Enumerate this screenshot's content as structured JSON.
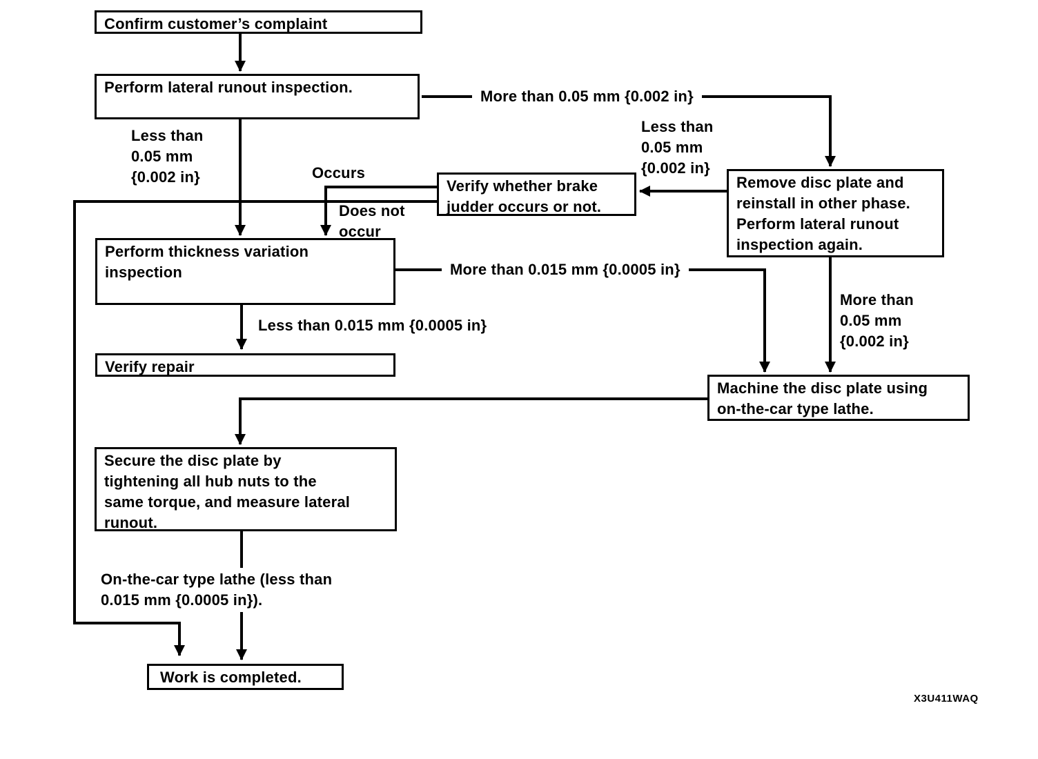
{
  "figure_code": "X3U411WAQ",
  "colors": {
    "ink": "#000000",
    "paper": "#ffffff"
  },
  "flowchart": {
    "title_hint": "Brake judder diagnostic flowchart",
    "boxes": {
      "confirm": "Confirm customer’s complaint",
      "lateral": "Perform lateral runout inspection.",
      "verify_judder": "Verify whether brake\njudder occurs or not.",
      "remove_reinstall": "Remove disc plate and\nreinstall in other phase.\nPerform lateral runout\ninspection again.",
      "thickness": "Perform thickness variation\ninspection",
      "verify_repair": "Verify repair",
      "machine": "Machine the disc plate using\non-the-car type lathe.",
      "secure": "Secure the disc plate by\ntightening all hub nuts to the\nsame torque, and measure lateral\nrunout.",
      "work_completed": "Work is completed."
    },
    "labels": {
      "more_than_005_top": "More than 0.05 mm {0.002 in}",
      "less_than_005_left": "Less than\n0.05 mm\n{0.002 in}",
      "less_than_005_right": "Less than\n0.05 mm\n{0.002 in}",
      "occurs": "Occurs",
      "does_not_occur": "Does not\noccur",
      "more_than_0015": "More than 0.015 mm {0.0005 in}",
      "less_than_0015": "Less than 0.015 mm {0.0005 in}",
      "more_than_005_right": "More than\n0.05 mm\n{0.002 in}",
      "on_car_lathe": "On-the-car type lathe (less than\n0.015 mm {0.0005 in})."
    }
  }
}
